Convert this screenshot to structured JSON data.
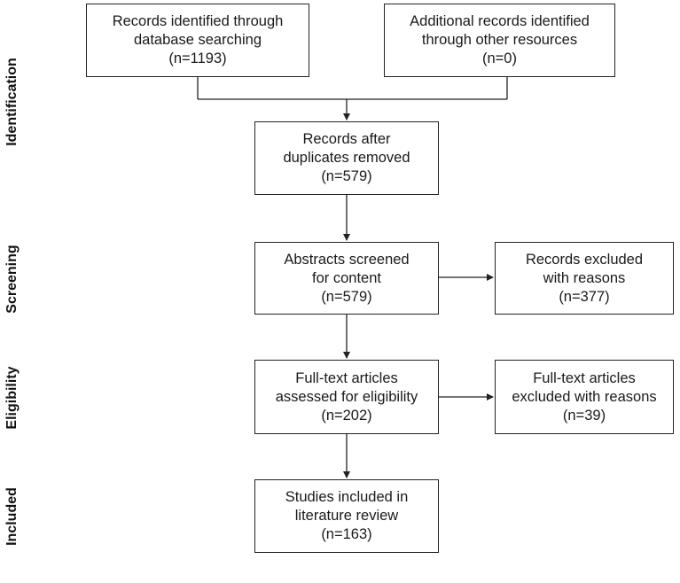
{
  "phases": {
    "identification": "Identification",
    "screening": "Screening",
    "eligibility": "Eligibility",
    "included": "Included"
  },
  "boxes": {
    "records_identified": "Records identified through\ndatabase searching\n(n=1193)",
    "additional_records": "Additional records identified\nthrough other resources\n(n=0)",
    "after_duplicates": "Records after\nduplicates removed\n(n=579)",
    "abstracts_screened": "Abstracts screened\nfor content\n(n=579)",
    "records_excluded": "Records excluded\nwith reasons\n(n=377)",
    "fulltext_assessed": "Full-text articles\nassessed for eligibility\n(n=202)",
    "fulltext_excluded": "Full-text articles\nexcluded with reasons\n(n=39)",
    "studies_included": "Studies included in\nliterature review\n(n=163)"
  }
}
